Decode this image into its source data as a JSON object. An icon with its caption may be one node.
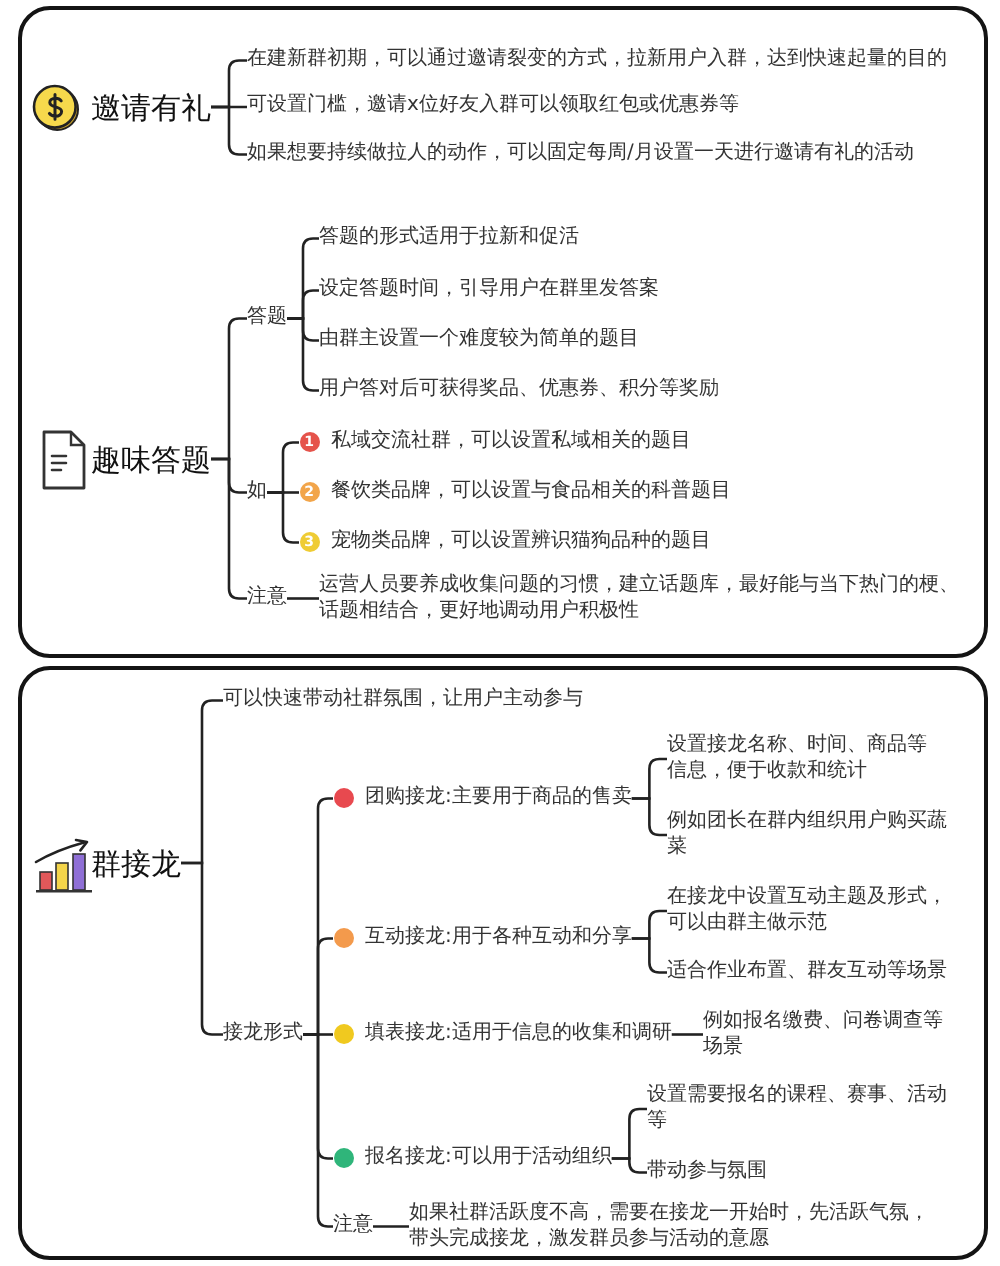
{
  "diagram": {
    "nodes": [
      {
        "text": [],
        "shape": "box"
      },
      {
        "text": [
          "邀请有礼"
        ],
        "in": 0
      },
      {
        "text": [
          "在建新群初期，可以通过邀请裂变的方式，拉新用户入群，达到快速起量的目的"
        ],
        "in": 0
      },
      {
        "text": [
          "可设置门槛，邀请x位好友入群可以领取红包或优惠券等"
        ],
        "in": 0
      },
      {
        "text": [
          "如果想要持续做拉人的动作，可以固定每周/月设置一天进行邀请有礼的活动"
        ],
        "in": 0
      },
      {
        "text": [
          "趣味答题"
        ],
        "in": 0
      },
      {
        "text": [
          "答题"
        ],
        "in": 0
      },
      {
        "text": [
          "答题的形式适用于拉新和促活"
        ],
        "in": 0
      },
      {
        "text": [
          "设定答题时间，引导用户在群里发答案"
        ],
        "in": 0
      },
      {
        "text": [
          "由群主设置一个难度较为简单的题目"
        ],
        "in": 0
      },
      {
        "text": [
          "用户答对后可获得奖品、优惠券、积分等奖励"
        ],
        "in": 0
      },
      {
        "text": [
          "如"
        ],
        "in": 0
      },
      {
        "text": [
          "1",
          "私域交流社群，可以设置私域相关的题目"
        ],
        "in": 0
      },
      {
        "text": [
          "2",
          "餐饮类品牌，可以设置与食品相关的科普题目"
        ],
        "in": 0
      },
      {
        "text": [
          "3",
          "宠物类品牌，可以设置辨识猫狗品种的题目"
        ],
        "in": 0
      },
      {
        "text": [
          "注意"
        ],
        "in": 0
      },
      {
        "text": [
          "运营人员要养成收集问题的习惯，建立话题库，最好能与当下热门的梗、话题相结合，更好地调动用户积极性"
        ],
        "in": 0
      },
      {
        "text": [],
        "shape": "box"
      },
      {
        "text": [
          "群接龙"
        ],
        "in": 17
      },
      {
        "text": [
          "可以快速带动社群氛围，让用户主动参与"
        ],
        "in": 17
      },
      {
        "text": [
          "接龙形式"
        ],
        "in": 17
      },
      {
        "text": [
          "团购接龙:主要用于商品的售卖"
        ],
        "in": 17
      },
      {
        "text": [
          "设置接龙名称、时间、商品等信息，便于收款和统计"
        ],
        "in": 17
      },
      {
        "text": [
          "例如团长在群内组织用户购买蔬菜"
        ],
        "in": 17
      },
      {
        "text": [
          "互动接龙:用于各种互动和分享"
        ],
        "in": 17
      },
      {
        "text": [
          "在接龙中设置互动主题及形式，可以由群主做示范"
        ],
        "in": 17
      },
      {
        "text": [
          "适合作业布置、群友互动等场景"
        ],
        "in": 17
      },
      {
        "text": [
          "填表接龙:适用于信息的收集和调研"
        ],
        "in": 17
      },
      {
        "text": [
          "例如报名缴费、问卷调查等场景"
        ],
        "in": 17
      },
      {
        "text": [
          "报名接龙:可以用于活动组织"
        ],
        "in": 17
      },
      {
        "text": [
          "设置需要报名的课程、赛事、活动等"
        ],
        "in": 17
      },
      {
        "text": [
          "带动参与氛围"
        ],
        "in": 17
      },
      {
        "text": [
          "注意"
        ],
        "in": 17
      },
      {
        "text": [
          "如果社群活跃度不高，需要在接龙一开始时，先活跃气氛，带头完成接龙，激发群员参与活动的意愿"
        ],
        "in": 17
      }
    ],
    "edges": [
      {
        "from": 1,
        "to": 2,
        "arrow": "none"
      },
      {
        "from": 1,
        "to": 3,
        "arrow": "none"
      },
      {
        "from": 1,
        "to": 4,
        "arrow": "none"
      },
      {
        "from": 5,
        "to": 6,
        "arrow": "none"
      },
      {
        "from": 5,
        "to": 11,
        "arrow": "none"
      },
      {
        "from": 5,
        "to": 15,
        "arrow": "none"
      },
      {
        "from": 6,
        "to": 7,
        "arrow": "none"
      },
      {
        "from": 6,
        "to": 8,
        "arrow": "none"
      },
      {
        "from": 6,
        "to": 9,
        "arrow": "none"
      },
      {
        "from": 6,
        "to": 10,
        "arrow": "none"
      },
      {
        "from": 11,
        "to": 12,
        "arrow": "none"
      },
      {
        "from": 11,
        "to": 13,
        "arrow": "none"
      },
      {
        "from": 11,
        "to": 14,
        "arrow": "none"
      },
      {
        "from": 15,
        "to": 16,
        "arrow": "none"
      },
      {
        "from": 18,
        "to": 19,
        "arrow": "none"
      },
      {
        "from": 18,
        "to": 20,
        "arrow": "none"
      },
      {
        "from": 20,
        "to": 21,
        "arrow": "none"
      },
      {
        "from": 20,
        "to": 24,
        "arrow": "none"
      },
      {
        "from": 20,
        "to": 27,
        "arrow": "none"
      },
      {
        "from": 20,
        "to": 29,
        "arrow": "none"
      },
      {
        "from": 20,
        "to": 32,
        "arrow": "none"
      },
      {
        "from": 21,
        "to": 22,
        "arrow": "none"
      },
      {
        "from": 21,
        "to": 23,
        "arrow": "none"
      },
      {
        "from": 24,
        "to": 25,
        "arrow": "none"
      },
      {
        "from": 24,
        "to": 26,
        "arrow": "none"
      },
      {
        "from": 27,
        "to": 28,
        "arrow": "none"
      },
      {
        "from": 29,
        "to": 30,
        "arrow": "none"
      },
      {
        "from": 29,
        "to": 31,
        "arrow": "none"
      },
      {
        "from": 32,
        "to": 33,
        "arrow": "none"
      }
    ]
  }
}
